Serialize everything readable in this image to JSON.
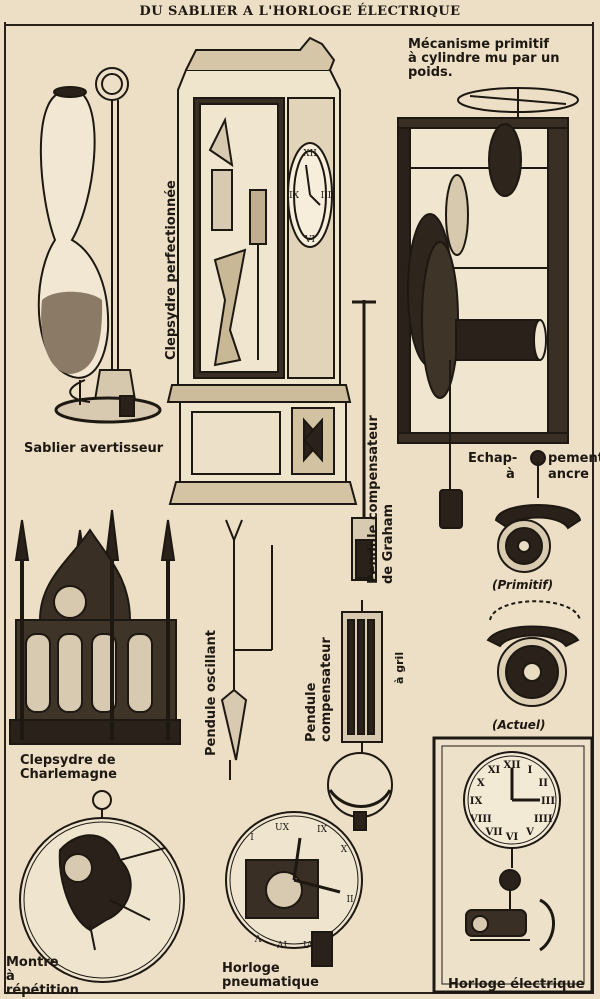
{
  "title": "DU SABLIER A L'HORLOGE ÉLECTRIQUE",
  "captions": {
    "sablier": "Sablier avertisseur",
    "clepsydre_perf": "Clepsydre perfectionnée",
    "mecanisme": "Mécanisme primitif\nà cylindre mu par un\npoids.",
    "graham": "Pendule compensateur\nde Graham",
    "echappements_1": "Echap-",
    "echappements_2": "pements",
    "echappements_3": "à",
    "echappements_4": "ancre",
    "primitif": "(Primitif)",
    "actuel": "(Actuel)",
    "charlemagne": "Clepsydre de\nCharlemagne",
    "oscillant": "Pendule oscillant",
    "compensateur": "Pendule\ncompensateur",
    "a_gril": "à gril",
    "montre": "Montre\nà\nrépétition",
    "pneumatique": "Horloge\npneumatique",
    "electrique": "Horloge électrique"
  },
  "dials": {
    "perf_numerals": [
      "XII",
      "III",
      "VI",
      "IX"
    ],
    "pneu_numerals": [
      "I",
      "UX",
      "IX",
      "X",
      "IΙ",
      "Λ",
      "ΛΙ",
      "IΛ"
    ],
    "elec_numerals": [
      "XII",
      "I",
      "II",
      "III",
      "IIII",
      "V",
      "VI",
      "VII",
      "VIII",
      "IX",
      "X",
      "XI"
    ]
  }
}
